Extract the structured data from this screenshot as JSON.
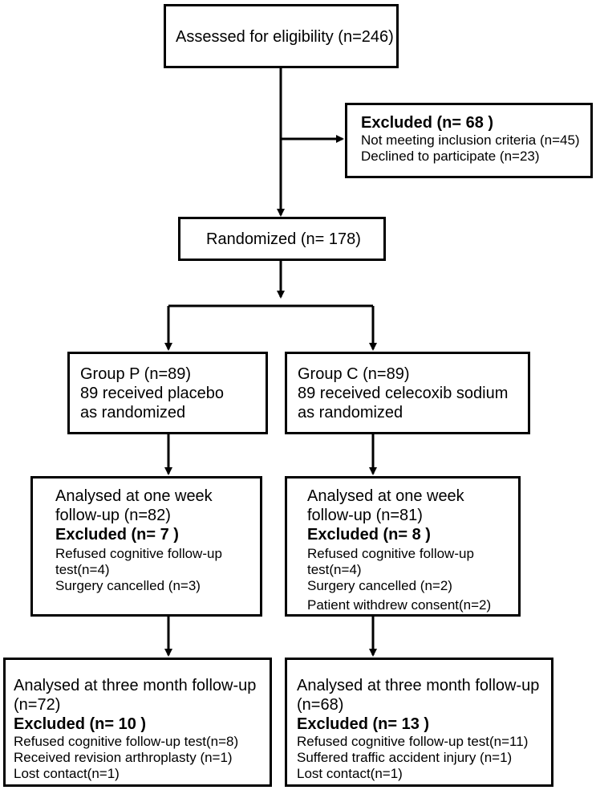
{
  "flow": {
    "assessed": "Assessed for eligibility (n=246)",
    "excluded_top": {
      "title": "Excluded (n= 68 )",
      "items": [
        "Not meeting inclusion criteria (n=45)",
        "Declined to participate (n=23)"
      ]
    },
    "randomized": "Randomized (n= 178)",
    "group_p": [
      "Group P (n=89)",
      "89 received  placebo",
      "as randomized"
    ],
    "group_c": [
      "Group C (n=89)",
      "89 received celecoxib sodium",
      "as randomized"
    ],
    "week_p": {
      "lines": [
        "Analysed at one week",
        "follow-up (n=82)"
      ],
      "excluded": "Excluded (n= 7 )",
      "items": [
        "Refused cognitive follow-up",
        "test(n=4)",
        "Surgery cancelled (n=3)"
      ]
    },
    "week_c": {
      "lines": [
        "Analysed at one week",
        "follow-up (n=81)"
      ],
      "excluded": "Excluded (n= 8 )",
      "items": [
        "Refused cognitive follow-up",
        "test(n=4)",
        "Surgery cancelled (n=2)",
        "Patient withdrew consent(n=2)"
      ]
    },
    "month_p": {
      "lines": [
        "Analysed at three month follow-up",
        "(n=72)"
      ],
      "excluded": "Excluded (n= 10 )",
      "items": [
        "Refused cognitive follow-up test(n=8)",
        "Received revision arthroplasty (n=1)",
        "Lost contact(n=1)"
      ]
    },
    "month_c": {
      "lines": [
        "Analysed at three month follow-up",
        "(n=68)"
      ],
      "excluded": "Excluded (n= 13 )",
      "items": [
        "Refused cognitive follow-up test(n=11)",
        "Suffered  traffic accident injury (n=1)",
        "Lost contact(n=1)"
      ]
    }
  }
}
